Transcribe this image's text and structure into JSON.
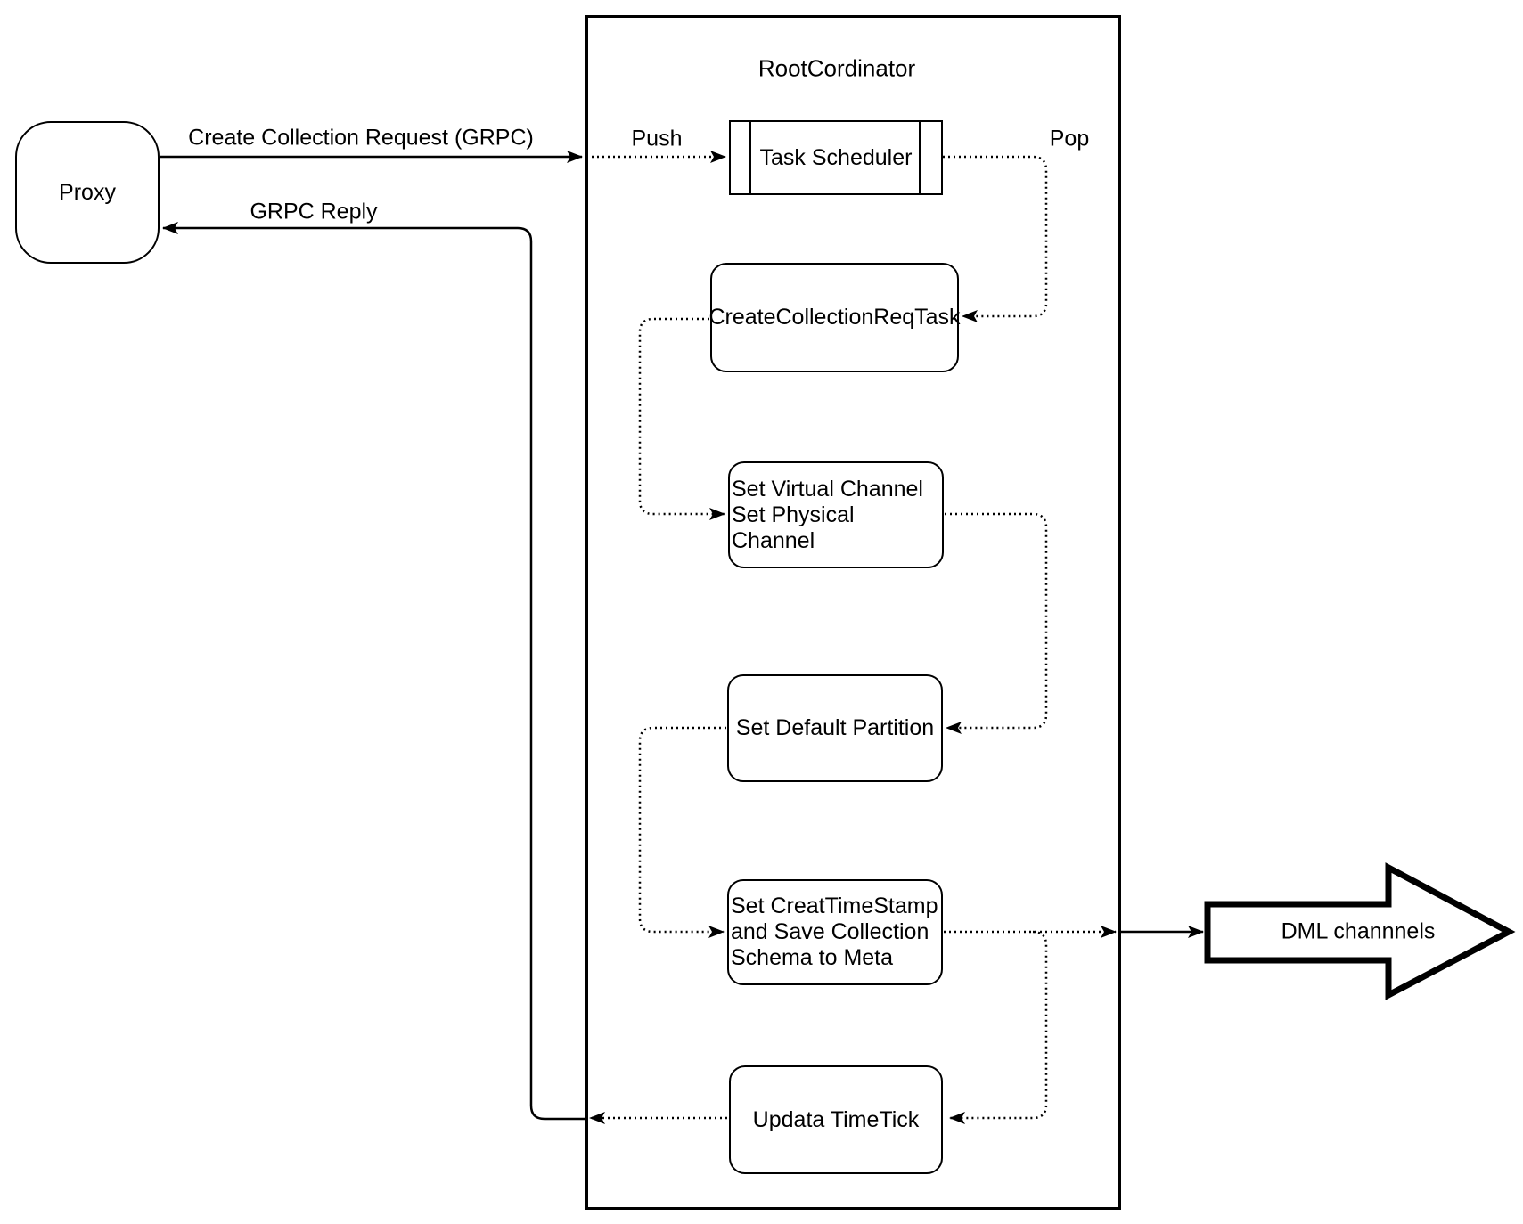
{
  "diagram": {
    "container": {
      "title": "RootCordinator"
    },
    "nodes": {
      "proxy": {
        "label": "Proxy"
      },
      "task_scheduler": {
        "label": "Task Scheduler"
      },
      "create_collection_req_task": {
        "label": "CreateCollectionReqTask"
      },
      "set_channels": {
        "lines": [
          "Set Virtual Channel",
          "Set Physical Channel"
        ]
      },
      "set_default_partition": {
        "label": "Set Default Partition"
      },
      "set_creat_timestamp": {
        "lines": [
          "Set CreatTimeStamp",
          "and Save Collection",
          "Schema to Meta"
        ]
      },
      "updata_timetick": {
        "label": "Updata TimeTick"
      },
      "dml_channels": {
        "label": "DML channnels"
      }
    },
    "edge_labels": {
      "create_collection_request": "Create Collection Request (GRPC)",
      "grpc_reply": "GRPC Reply",
      "push": "Push",
      "pop": "Pop"
    },
    "colors": {
      "stroke": "#000000",
      "background": "#ffffff"
    }
  }
}
